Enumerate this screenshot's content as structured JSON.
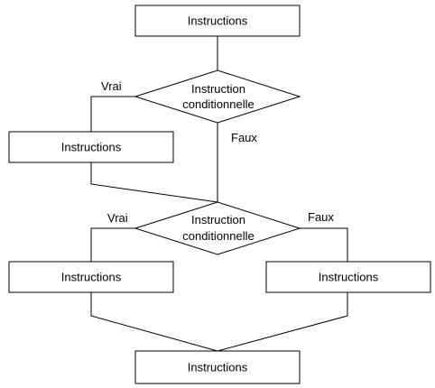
{
  "nodes": {
    "top": "Instructions",
    "decision1": [
      "Instruction",
      "conditionnelle"
    ],
    "left": "Instructions",
    "decision2": [
      "Instruction",
      "conditionnelle"
    ],
    "bottom_left": "Instructions",
    "bottom_right": "Instructions",
    "end": "Instructions"
  },
  "labels": {
    "d1_true": "Vrai",
    "d1_false": "Faux",
    "d2_true": "Vrai",
    "d2_false": "Faux"
  }
}
